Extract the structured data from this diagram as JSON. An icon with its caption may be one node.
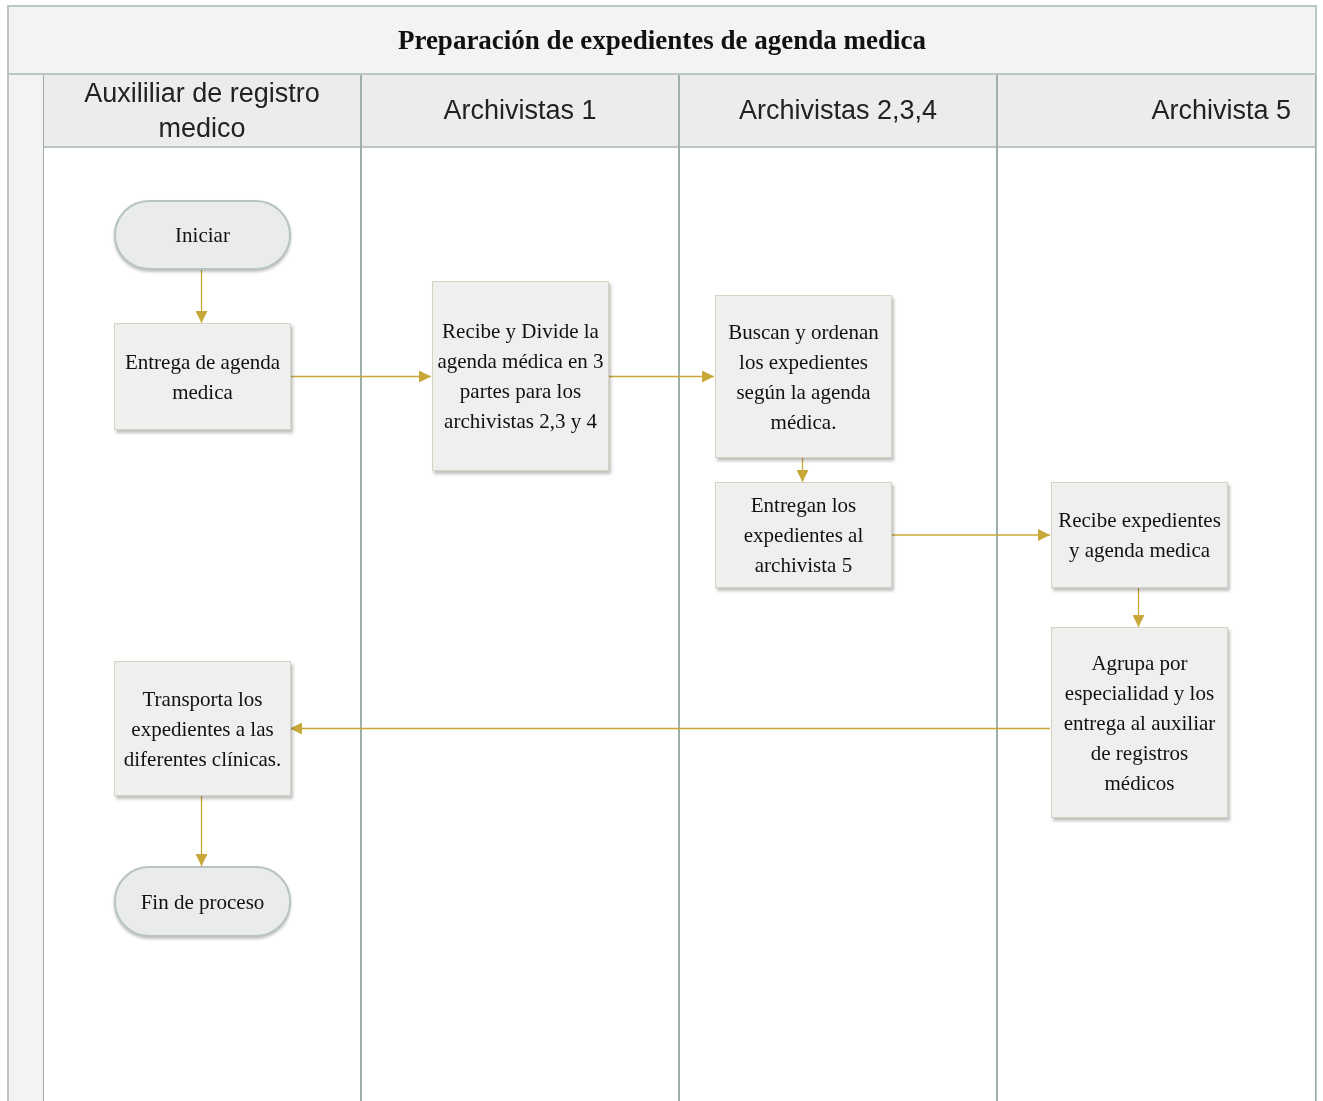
{
  "diagram": {
    "title": "Preparación de expedientes de agenda medica",
    "nodes": [
      {
        "text": [
          "Auxililiar de registro medico"
        ]
      },
      {
        "text": [
          "Archivistas 1"
        ]
      },
      {
        "text": [
          "Archivistas 2,3,4"
        ]
      },
      {
        "text": [
          "Archivista 5"
        ]
      },
      {
        "text": [
          "Iniciar"
        ],
        "in": 0
      },
      {
        "text": [
          "Entrega de agenda medica"
        ],
        "in": 0
      },
      {
        "text": [
          "Recibe y Divide la agenda médica en 3 partes para los archivistas 2,3 y 4"
        ],
        "in": 1
      },
      {
        "text": [
          "Buscan y ordenan los expedientes según la agenda médica."
        ],
        "in": 2
      },
      {
        "text": [
          "Entregan los expedientes al archivista 5"
        ],
        "in": 2
      },
      {
        "text": [
          "Recibe expedientes y agenda medica"
        ],
        "in": 3
      },
      {
        "text": [
          "Agrupa por especialidad y los entrega al auxiliar de registros médicos"
        ],
        "in": 3
      },
      {
        "text": [
          "Transporta los expedientes a las diferentes clínicas."
        ],
        "in": 0
      },
      {
        "text": [
          "Fin de proceso"
        ],
        "in": 0
      }
    ],
    "edges": [
      {
        "from": 4,
        "to": 5,
        "arrow": "to"
      },
      {
        "from": 5,
        "to": 6,
        "arrow": "to"
      },
      {
        "from": 6,
        "to": 7,
        "arrow": "to"
      },
      {
        "from": 7,
        "to": 8,
        "arrow": "to"
      },
      {
        "from": 8,
        "to": 9,
        "arrow": "to"
      },
      {
        "from": 9,
        "to": 10,
        "arrow": "to"
      },
      {
        "from": 10,
        "to": 11,
        "arrow": "to"
      },
      {
        "from": 11,
        "to": 12,
        "arrow": "to"
      }
    ]
  }
}
